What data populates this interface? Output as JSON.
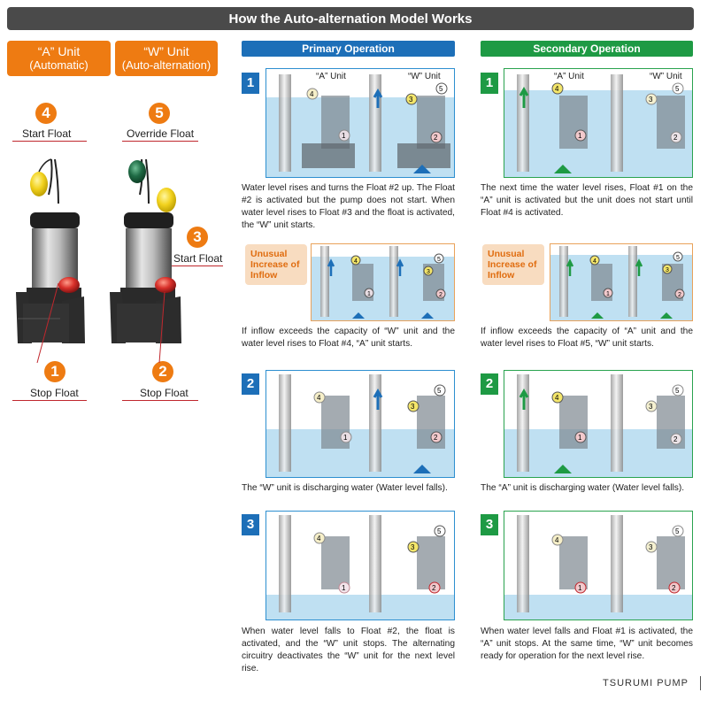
{
  "title": "How the Auto-alternation Model Works",
  "units": {
    "a": {
      "line1": "“A” Unit",
      "line2": "(Automatic)"
    },
    "w": {
      "line1": "“W” Unit",
      "line2": "(Auto-alternation)"
    }
  },
  "floats": {
    "f4": {
      "num": "4",
      "label": "Start Float"
    },
    "f5": {
      "num": "5",
      "label": "Override Float"
    },
    "f3": {
      "num": "3",
      "label": "Start Float"
    },
    "f1": {
      "num": "1",
      "label": "Stop Float"
    },
    "f2": {
      "num": "2",
      "label": "Stop Float"
    }
  },
  "headers": {
    "primary": "Primary Operation",
    "secondary": "Secondary Operation"
  },
  "diagram": {
    "a_unit": "“A” Unit",
    "w_unit": "“W” Unit"
  },
  "unusual_label": "Unusual Increase of Inflow",
  "primary": {
    "step1": {
      "num": "1",
      "caption": "Water level rises and turns the Float #2 up. The Float #2 is activated but the pump does not start. When water level rises to Float #3 and the float is activated, the “W” unit starts."
    },
    "unusual": {
      "caption": "If inflow exceeds the capacity of “W” unit and the water level rises to Float #4, “A” unit starts."
    },
    "step2": {
      "num": "2",
      "caption": "The “W” unit is discharging water (Water level falls)."
    },
    "step3": {
      "num": "3",
      "caption": "When water level falls to Float #2, the float is activated, and the “W” unit stops. The alternating circuitry deactivates the “W” unit for the next level rise."
    }
  },
  "secondary": {
    "step1": {
      "num": "1",
      "caption": "The next time the water level rises, Float #1 on the “A” unit is activated but the unit does not start until Float #4 is activated."
    },
    "unusual": {
      "caption": "If inflow exceeds the capacity of “A” unit and the water level rises to Float #5, “W” unit starts."
    },
    "step2": {
      "num": "2",
      "caption": "The “A” unit is discharging water (Water level falls)."
    },
    "step3": {
      "num": "3",
      "caption": "When water level falls and Float #1 is activated, the “A” unit stops. At the same time, “W” unit becomes ready for operation for the next level rise."
    }
  },
  "footer": {
    "brand": "TSURUMI PUMP"
  },
  "colors": {
    "orange": "#ee7b12",
    "blue": "#1d6fb8",
    "green": "#1e9a44",
    "water": "#bfe0f2",
    "float_yellow": "#f2d21e",
    "float_red": "#d8302a",
    "float_green": "#1f6b45"
  }
}
